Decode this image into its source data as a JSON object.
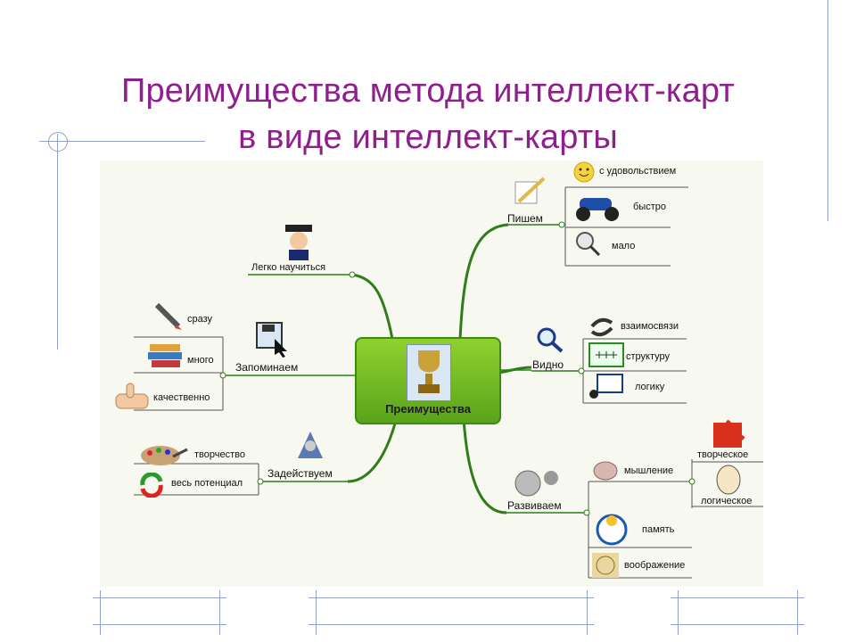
{
  "title": {
    "line1": "Преимущества метода интеллект-карт",
    "line2": "в виде интеллект-карты"
  },
  "center": {
    "label": "Преимущества"
  },
  "branches": {
    "write": {
      "label": "Пишем",
      "items": [
        "с удовольствием",
        "быстро",
        "мало"
      ]
    },
    "see": {
      "label": "Видно",
      "items": [
        "взаимосвязи",
        "структуру",
        "логику"
      ]
    },
    "develop": {
      "label": "Развиваем",
      "items": [
        "мышление",
        "память",
        "воображение"
      ],
      "thinking_sub": [
        "творческое",
        "логическое"
      ]
    },
    "learn": {
      "label": "Легко научиться"
    },
    "remember": {
      "label": "Запоминаем",
      "items": [
        "сразу",
        "много",
        "качественно"
      ]
    },
    "engage": {
      "label": "Задействуем",
      "items": [
        "творчество",
        "весь потенциал"
      ]
    }
  },
  "colors": {
    "title": "#8e1f8c",
    "branch": "#2f7d1a",
    "center": "#6bb521",
    "frame": "#8fa3c8"
  }
}
